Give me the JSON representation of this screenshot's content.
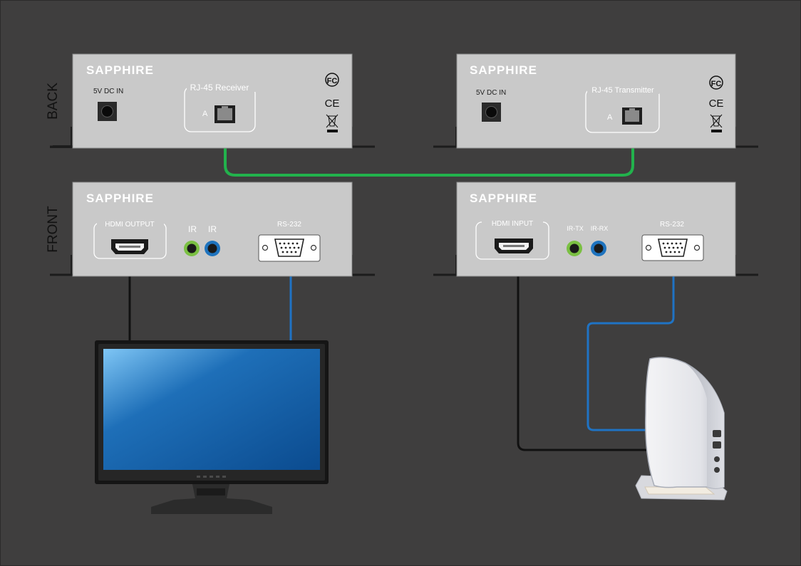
{
  "brand": "SAPPHIRE",
  "labels": {
    "back": "BACK",
    "front": "FRONT"
  },
  "receiver_back": {
    "power_label": "5V DC IN",
    "port_group_label": "RJ-45 Receiver",
    "port_letter": "A"
  },
  "transmitter_back": {
    "power_label": "5V DC IN",
    "port_group_label": "RJ-45 Transmitter",
    "port_letter": "A"
  },
  "receiver_front": {
    "hdmi_label": "HDMI OUTPUT",
    "ir1_label": "IR",
    "ir2_label": "IR",
    "serial_label": "RS-232"
  },
  "transmitter_front": {
    "hdmi_label": "HDMI INPUT",
    "ir1_label": "IR-TX",
    "ir2_label": "IR-RX",
    "serial_label": "RS-232"
  },
  "colors": {
    "background": "#3f3e3e",
    "panel": "#c9c9c9",
    "ethernet_cable": "#22b24c",
    "rs232_cable": "#1f73c4",
    "hdmi_cable": "#111111",
    "ir_tx_ring": "#7bc043",
    "ir_rx_ring": "#1e73be"
  }
}
